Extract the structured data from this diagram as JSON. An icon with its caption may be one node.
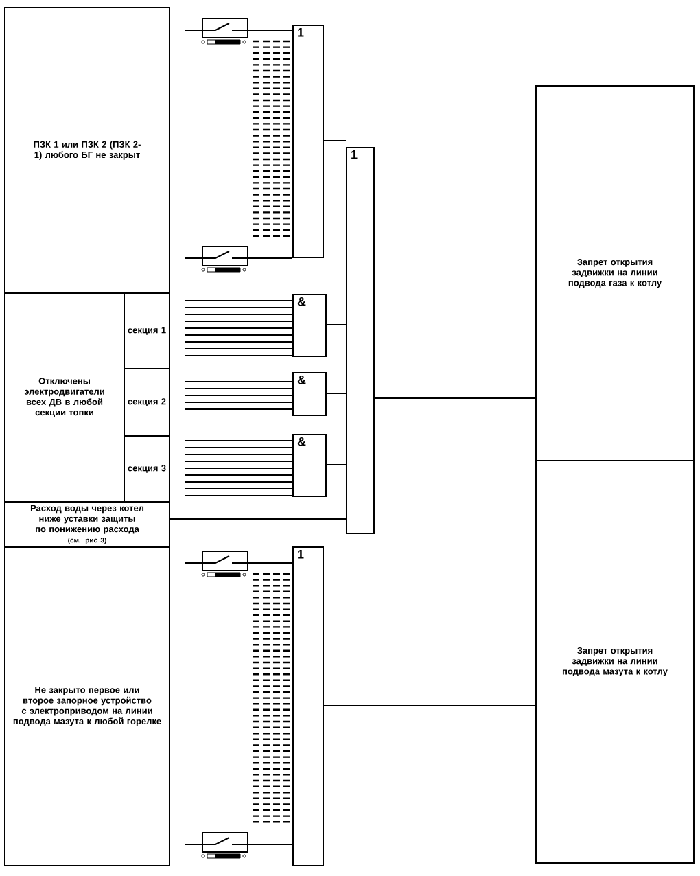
{
  "diagram": {
    "nodes": [
      {
        "text": [
          "ПЗК 1  или ПЗК 2 (ПЗК 2-1) любого БГ  не закрыт"
        ]
      },
      {
        "text": [
          "Отключены электродвигатели всех ДВ в любой секции топки"
        ]
      },
      {
        "text": [
          "секция 1"
        ]
      },
      {
        "text": [
          "секция 2"
        ]
      },
      {
        "text": [
          "секция 3"
        ]
      },
      {
        "text": [
          "Расход воды через котел ниже уставки защиты по понижению расхода",
          "(см. рис 3)"
        ]
      },
      {
        "text": [
          "Не закрыто первое или второе запорное устройство с электроприводом на линии подвода мазута к любой горелке"
        ]
      },
      {
        "text": [],
        "shape": "switch"
      },
      {
        "text": [],
        "shape": "switch"
      },
      {
        "text": [
          "1"
        ]
      },
      {
        "text": [
          "1"
        ]
      },
      {
        "text": [
          "&"
        ]
      },
      {
        "text": [
          "&"
        ]
      },
      {
        "text": [
          "&"
        ]
      },
      {
        "text": [],
        "shape": "switch"
      },
      {
        "text": [],
        "shape": "switch"
      },
      {
        "text": [
          "1"
        ]
      },
      {
        "text": [
          "Запрет открытия задвижки на линии подвода газа к котлу"
        ]
      },
      {
        "text": [
          "Запрет открытия задвижки на линии подвода  мазута  к котлу"
        ]
      }
    ],
    "edges": [
      {
        "from": 7,
        "to": 9,
        "arrow": "none"
      },
      {
        "from": 8,
        "to": 9,
        "arrow": "none"
      },
      {
        "from": 9,
        "to": 10,
        "arrow": "none"
      },
      {
        "from": 11,
        "to": 10,
        "arrow": "none"
      },
      {
        "from": 12,
        "to": 10,
        "arrow": "none"
      },
      {
        "from": 13,
        "to": 10,
        "arrow": "none"
      },
      {
        "from": 5,
        "to": 10,
        "arrow": "none"
      },
      {
        "from": 10,
        "to": 17,
        "arrow": "none"
      },
      {
        "from": 14,
        "to": 16,
        "arrow": "none"
      },
      {
        "from": 15,
        "to": 16,
        "arrow": "none"
      },
      {
        "from": 16,
        "to": 18,
        "arrow": "none"
      }
    ]
  }
}
